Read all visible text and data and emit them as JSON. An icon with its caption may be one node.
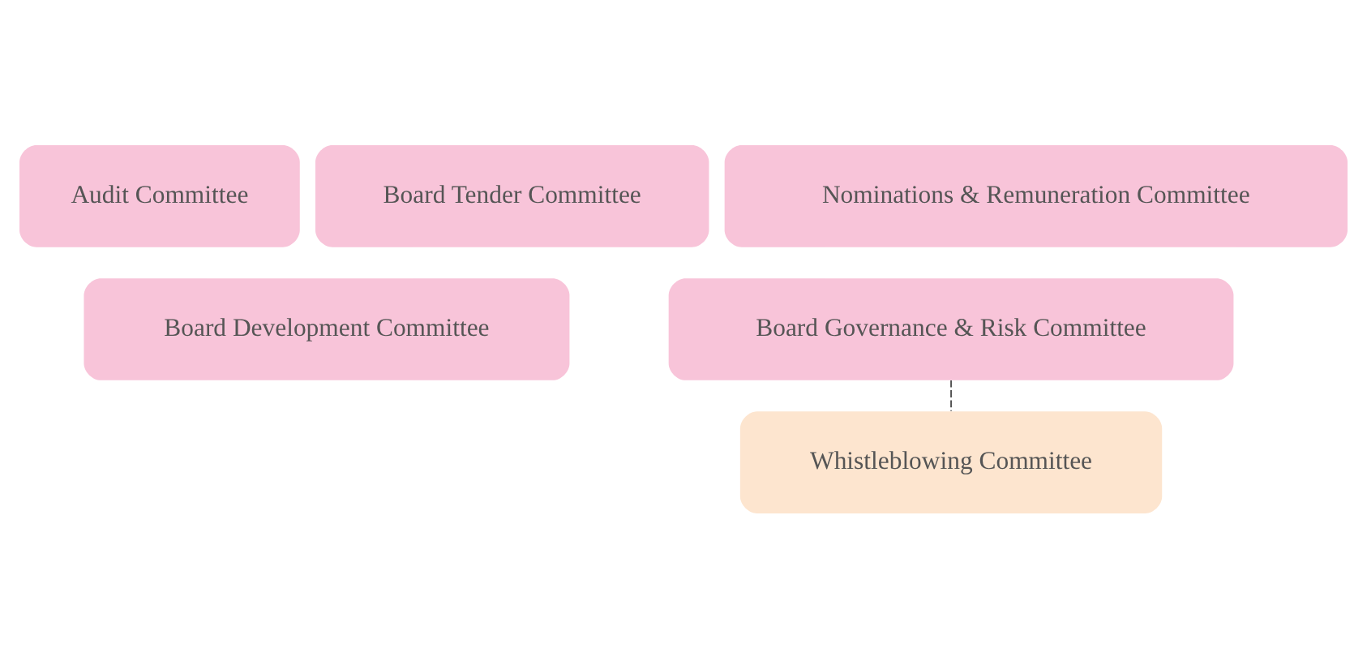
{
  "diagram": {
    "nodes": [
      {
        "text": [
          "Audit Committee"
        ]
      },
      {
        "text": [
          "Board Tender Committee"
        ]
      },
      {
        "text": [
          "Nominations & Remuneration Committee"
        ]
      },
      {
        "text": [
          "Board Development Committee"
        ]
      },
      {
        "text": [
          "Board Governance & Risk Committee"
        ]
      },
      {
        "text": [
          "Whistleblowing Committee"
        ]
      }
    ],
    "edges": [
      {
        "from": 4,
        "to": 5,
        "arrow": "none",
        "style": "dashed"
      }
    ]
  }
}
